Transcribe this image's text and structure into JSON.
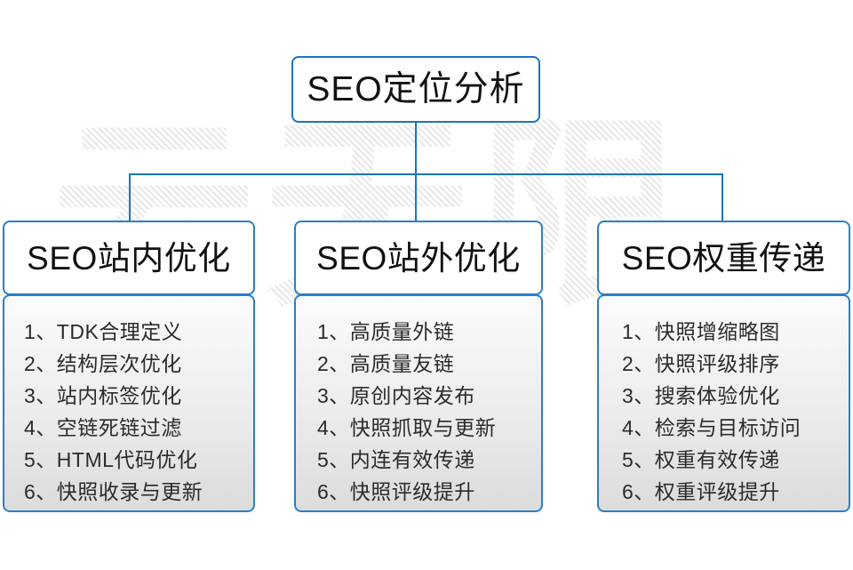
{
  "watermark": {
    "text": "云无限"
  },
  "diagram": {
    "root": {
      "label": "SEO定位分析"
    },
    "branches": [
      {
        "title": "SEO站内优化",
        "items": [
          "1、TDK合理定义",
          "2、结构层次优化",
          "3、站内标签优化",
          "4、空链死链过滤",
          "5、HTML代码优化",
          "6、快照收录与更新"
        ]
      },
      {
        "title": "SEO站外优化",
        "items": [
          "1、高质量外链",
          "2、高质量友链",
          "3、原创内容发布",
          "4、快照抓取与更新",
          "5、内连有效传递",
          "6、快照评级提升"
        ]
      },
      {
        "title": "SEO权重传递",
        "items": [
          "1、快照增缩略图",
          "2、快照评级排序",
          "3、搜索体验优化",
          "4、检索与目标访问",
          "5、权重有效传递",
          "6、权重评级提升"
        ]
      }
    ]
  },
  "colors": {
    "connector": "#1b74c4",
    "box_border": "#2a7fc9",
    "text": "#131313",
    "body_text": "#2b2b2b",
    "background": "#ffffff",
    "watermark": "#e8e8e8"
  }
}
